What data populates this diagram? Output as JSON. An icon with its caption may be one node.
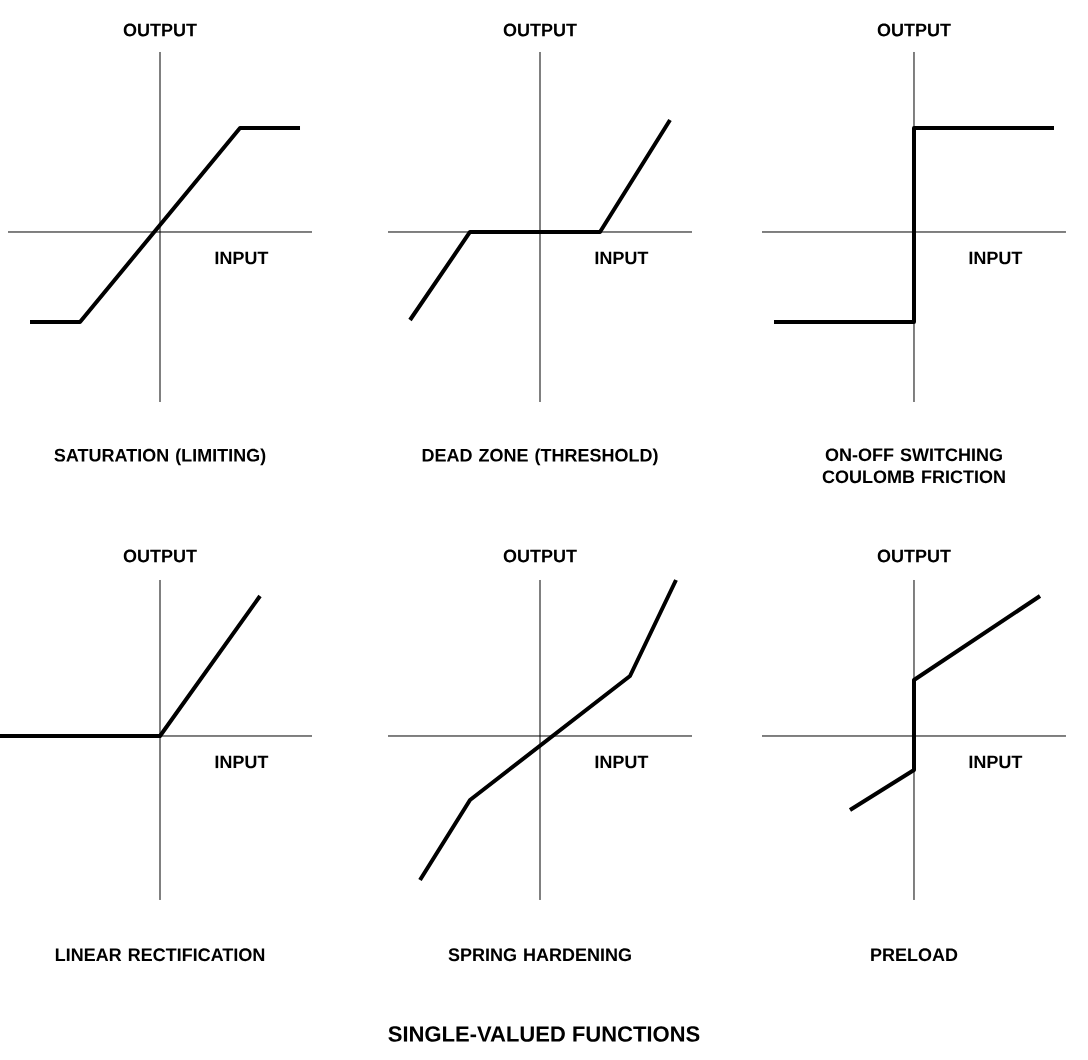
{
  "diagram": {
    "title": "SINGLE-VALUED FUNCTIONS",
    "labels": [
      "OUTPUT",
      "OUTPUT",
      "OUTPUT",
      "INPUT",
      "INPUT",
      "INPUT",
      "SATURATION (LIMITING)",
      "DEAD ZONE (THRESHOLD)",
      "ON-OFF SWITCHING COULOMB FRICTION",
      "OUTPUT",
      "OUTPUT",
      "OUTPUT",
      "INPUT",
      "INPUT",
      "INPUT",
      "LINEAR RECTIFICATION",
      "SPRING HARDENING",
      "PRELOAD"
    ]
  }
}
